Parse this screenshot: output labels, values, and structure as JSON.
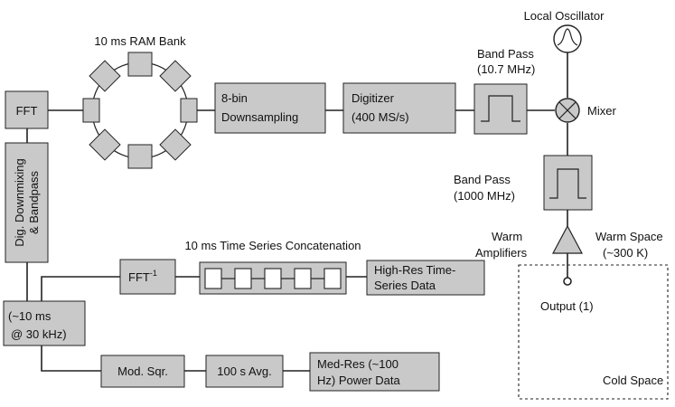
{
  "labels": {
    "local_oscillator": "Local Oscillator",
    "ram_bank": "10 ms RAM Bank",
    "fft": "FFT",
    "downsampling_1": "8-bin",
    "downsampling_2": "Downsampling",
    "digitizer_1": "Digitizer",
    "digitizer_2": "(400 MS/s)",
    "bandpass_top_1": "Band Pass",
    "bandpass_top_2": "(10.7 MHz)",
    "mixer": "Mixer",
    "bandpass_mid_1": "Band Pass",
    "bandpass_mid_2": "(1000 MHz)",
    "dig_downmixing_1": "Dig. Downmixing",
    "dig_downmixing_2": "& Bandpass",
    "time_series_concat": "10 ms Time Series Concatenation",
    "ifft_base": "FFT",
    "ifft_sup": "-1",
    "highres_1": "High-Res Time-",
    "highres_2": "Series Data",
    "warm_amplifiers_1": "Warm",
    "warm_amplifiers_2": "Amplifiers",
    "warm_space_1": "Warm Space",
    "warm_space_2": "(~300 K)",
    "output": "Output (1)",
    "cold_space": "Cold Space",
    "buffer_1": "(~10 ms",
    "buffer_2": "@ 30 kHz)",
    "mod_sqr": "Mod. Sqr.",
    "avg": "100 s Avg.",
    "medres_1": "Med-Res (~100",
    "medres_2": "Hz) Power Data"
  },
  "colors": {
    "box_fill": "#c9c9c9",
    "line": "#222222"
  }
}
